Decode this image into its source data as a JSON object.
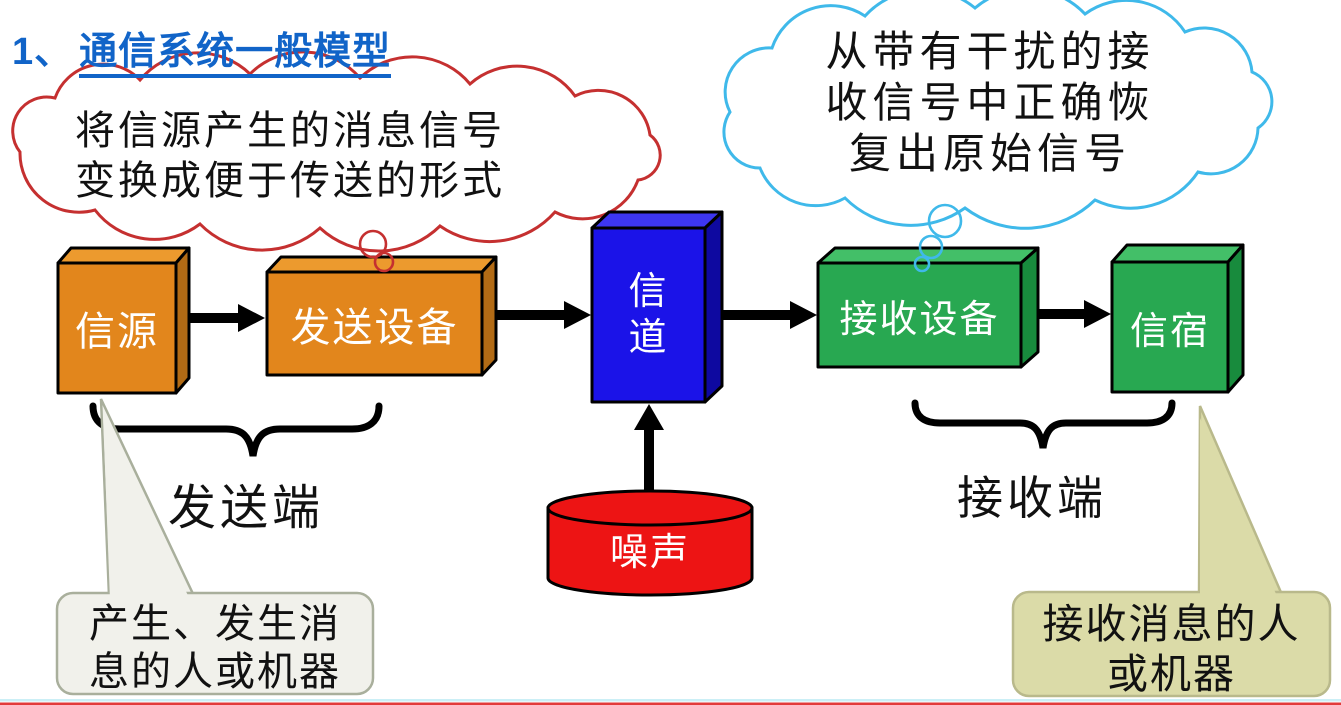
{
  "title": {
    "number": "1、",
    "text": "通信系统一般模型"
  },
  "clouds": {
    "transmit": {
      "lines": [
        "将信源产生的消息信号",
        "变换成便于传送的形式"
      ]
    },
    "receive": {
      "lines": [
        "从带有干扰的接",
        "收信号中正确恢",
        "复出原始信号"
      ]
    }
  },
  "blocks": {
    "source": "信源",
    "transmitter": "发送设备",
    "channel": [
      "信",
      "道"
    ],
    "receiver": "接收设备",
    "destination": "信宿",
    "noise": "噪声"
  },
  "labels": {
    "transmit_end": "发送端",
    "receive_end": "接收端"
  },
  "callouts": {
    "source_note": {
      "lines": [
        "产生、发生消",
        "息的人或机器"
      ]
    },
    "destination_note": {
      "lines": [
        "接收消息的人",
        "或机器"
      ]
    }
  },
  "colors": {
    "title_blue": "#1164C8",
    "cloud_red": "#C53030",
    "cloud_blue": "#3FB9EA",
    "orange_front": "#E2861C",
    "orange_top": "#EC9A2E",
    "orange_side": "#B26B15",
    "blue_front": "#1B13E8",
    "blue_top": "#3D36F2",
    "blue_side": "#0E09A0",
    "green_front": "#28A851",
    "green_top": "#43BF68",
    "green_side": "#188B3D",
    "noise_red": "#ED1414",
    "callout_gray_fill": "#F1F1EB",
    "callout_gray_stroke": "#A9AF9C",
    "callout_tan_fill": "#DBDBA8",
    "callout_tan_stroke": "#B9B98B",
    "line_cyan": "#CBEFF6",
    "line_red": "#E23B3B"
  }
}
